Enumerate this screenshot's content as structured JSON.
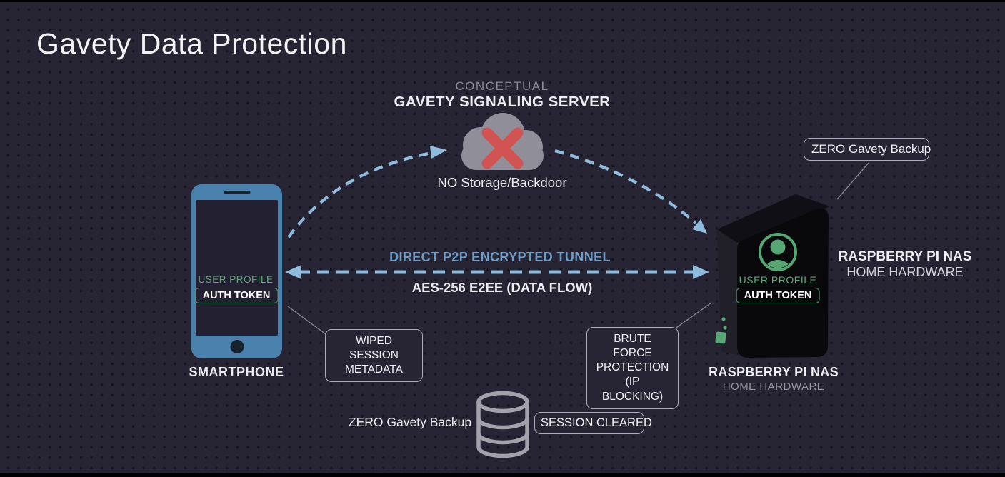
{
  "title": "Gavety Data Protection",
  "colors": {
    "background": "#272434",
    "accent_blue": "#6F9DC5",
    "arrow_blue": "#8FBCDD",
    "green": "#57A774",
    "red": "#D15452",
    "cloud_gray": "#8F8E99",
    "phone_blue": "#4A81AD"
  },
  "icons": {
    "server": "cloud-icon",
    "blocked": "x-mark-icon",
    "identity": "user-profile-icon",
    "storage": "database-cylinder-icon",
    "links": "dashed-arrow"
  },
  "signaling_server": {
    "kicker": "CONCEPTUAL",
    "name": "GAVETY SIGNALING SERVER",
    "note": "NO Storage/Backdoor"
  },
  "tunnel": {
    "name": "DIRECT P2P ENCRYPTED TUNNEL",
    "detail": "AES-256 E2EE (DATA FLOW)"
  },
  "smartphone": {
    "label": "SMARTPHONE",
    "profile_label": "USER PROFILE",
    "token_label": "AUTH TOKEN"
  },
  "nas": {
    "label": "RASPBERRY PI NAS",
    "sublabel": "HOME HARDWARE",
    "side_label": "RASPBERRY PI NAS",
    "side_sublabel": "HOME HARDWARE",
    "profile_label": "USER PROFILE",
    "token_label": "AUTH TOKEN"
  },
  "callouts": {
    "zero_backup_top": "ZERO Gavety Backup",
    "wiped_session": "WIPED SESSION\nMETADATA",
    "brute_force": "BRUTE FORCE\nPROTECTION\n(IP BLOCKING)",
    "zero_backup_bottom": "ZERO Gavety Backup",
    "session_cleared": "SESSION CLEARED"
  }
}
